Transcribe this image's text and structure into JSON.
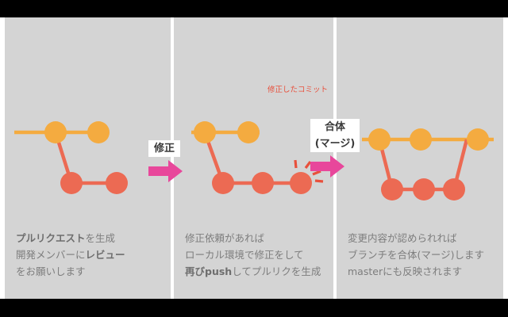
{
  "colors": {
    "background": "#000000",
    "stage": "#ffffff",
    "panel": "#d4d4d4",
    "master_branch": "#f4ab40",
    "feature_branch": "#ec6a53",
    "arrow": "#e8479b",
    "caption_text": "#7d7d7d",
    "label_text": "#3a3a3a",
    "annotation_text": "#e8503c"
  },
  "panels": [
    {
      "name": "pull-request",
      "graph": {
        "master_nodes": 2,
        "feature_nodes": 2,
        "burst": false
      },
      "caption": {
        "line1_bold": "プルリクエスト",
        "line1_rest": "を生成",
        "line2_rest": "開発メンバーに",
        "line2_bold": "レビュー",
        "line3": "をお願いします"
      }
    },
    {
      "name": "fix-and-repush",
      "graph": {
        "master_nodes": 2,
        "feature_nodes": 3,
        "burst": true
      },
      "annotation": "修正したコミット",
      "caption": {
        "line1": "修正依頼があれば",
        "line2": "ローカル環境で修正をして",
        "line3_bold": "再びpush",
        "line3_rest": "してプルリクを生成"
      }
    },
    {
      "name": "merge",
      "graph": {
        "master_nodes": 3,
        "feature_nodes": 3,
        "burst": false
      },
      "caption": {
        "line1": "変更内容が認められれば",
        "line2": "ブランチを合体(マージ)します",
        "line3": "masterにも反映されます"
      }
    }
  ],
  "steps": [
    {
      "name": "fix",
      "label_line1": "修正",
      "label_line2": "",
      "icon": "arrow-right-icon"
    },
    {
      "name": "merge",
      "label_line1": "合体",
      "label_line2": "(マージ)",
      "icon": "arrow-right-icon"
    }
  ]
}
